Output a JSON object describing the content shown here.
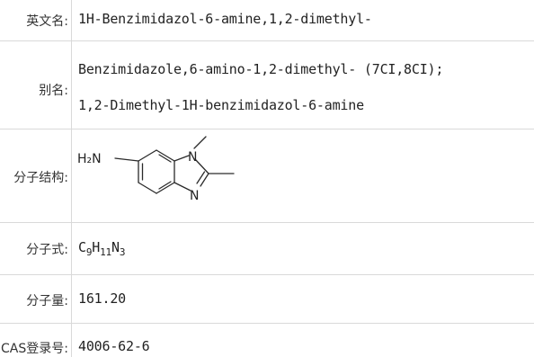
{
  "rows": {
    "english_name": {
      "label": "英文名:",
      "value": "1H-Benzimidazol-6-amine,1,2-dimethyl-"
    },
    "alias": {
      "label": "别名:",
      "line1": "Benzimidazole,6-amino-1,2-dimethyl- (7CI,8CI);",
      "line2": "1,2-Dimethyl-1H-benzimidazol-6-amine"
    },
    "structure": {
      "label": "分子结构:",
      "atoms": {
        "amine": "H₂N",
        "n1": "N",
        "n3": "N"
      }
    },
    "formula": {
      "label": "分子式:",
      "parts": [
        {
          "el": "C",
          "n": "9"
        },
        {
          "el": "H",
          "n": "11"
        },
        {
          "el": "N",
          "n": "3"
        }
      ]
    },
    "weight": {
      "label": "分子量:",
      "value": "161.20"
    },
    "cas": {
      "label": "CAS登录号:",
      "value": "4006-62-6"
    }
  },
  "colors": {
    "grid": "#d9d9d9",
    "text": "#222222",
    "bond": "#2a2a2a"
  }
}
